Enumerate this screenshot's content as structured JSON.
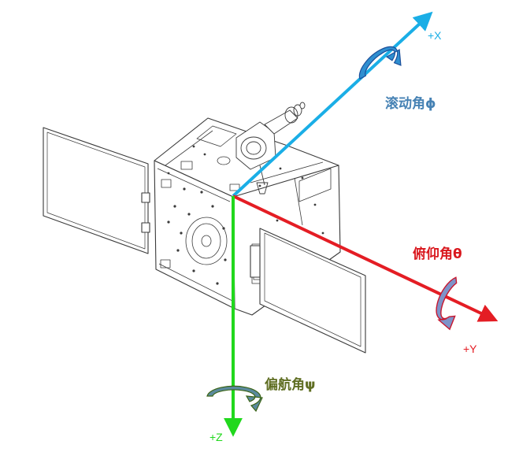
{
  "axes": {
    "x": {
      "label": "+X",
      "color": "#1aaee6"
    },
    "y": {
      "label": "+Y",
      "color": "#e41d24"
    },
    "z": {
      "label": "+Z",
      "color": "#21d81d"
    }
  },
  "rotations": {
    "roll": {
      "label": "滚动角ϕ",
      "text_color": "#4682b4",
      "arrow_fill": "#2f8fd0",
      "arrow_stroke": "#1b4f9a"
    },
    "pitch": {
      "label": "俯仰角θ",
      "text_color": "#d9181e",
      "arrow_fill": "#7e93c9",
      "arrow_stroke": "#c9162e"
    },
    "yaw": {
      "label": "偏航角ψ",
      "text_color": "#5f6e22",
      "arrow_fill": "#5b8a9d",
      "arrow_stroke": "#3b6416"
    }
  },
  "satellite": {
    "line_color": "#3a3a3a",
    "fill_color": "#ffffff"
  }
}
